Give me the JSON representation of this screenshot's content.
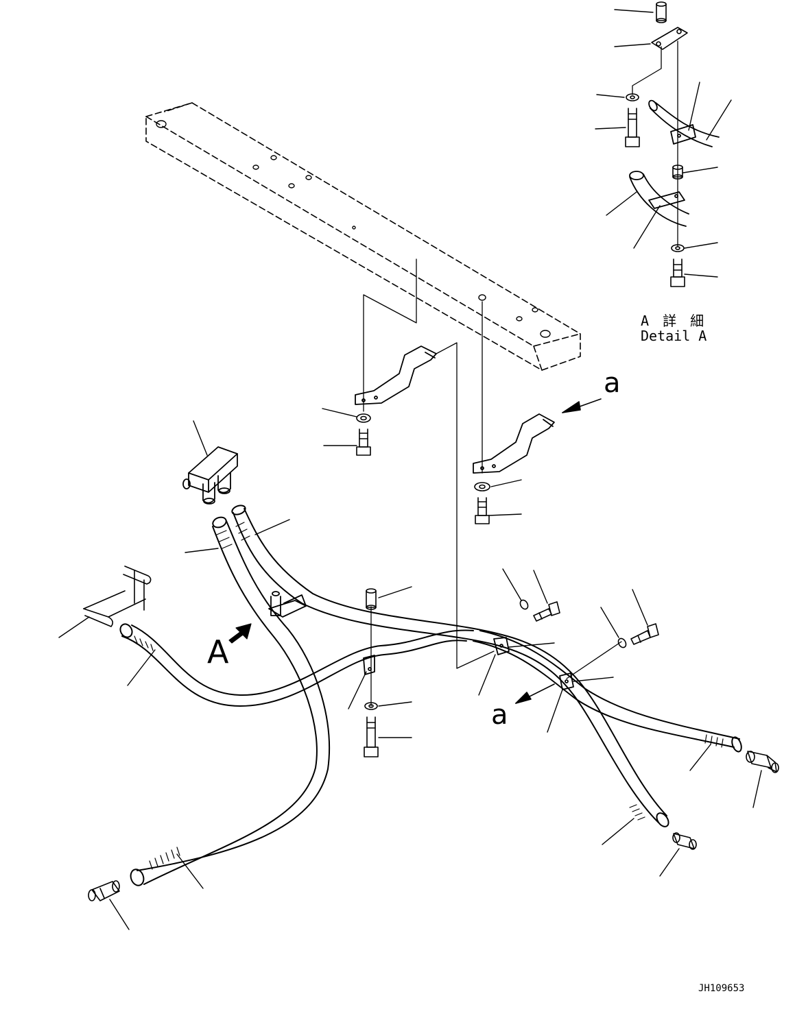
{
  "detail": {
    "jp": "A 詳 細",
    "en": "Detail A"
  },
  "view_markers": {
    "a_upper": "a",
    "a_lower": "a",
    "A_arrow": "A"
  },
  "drawing_number": "JH109653"
}
